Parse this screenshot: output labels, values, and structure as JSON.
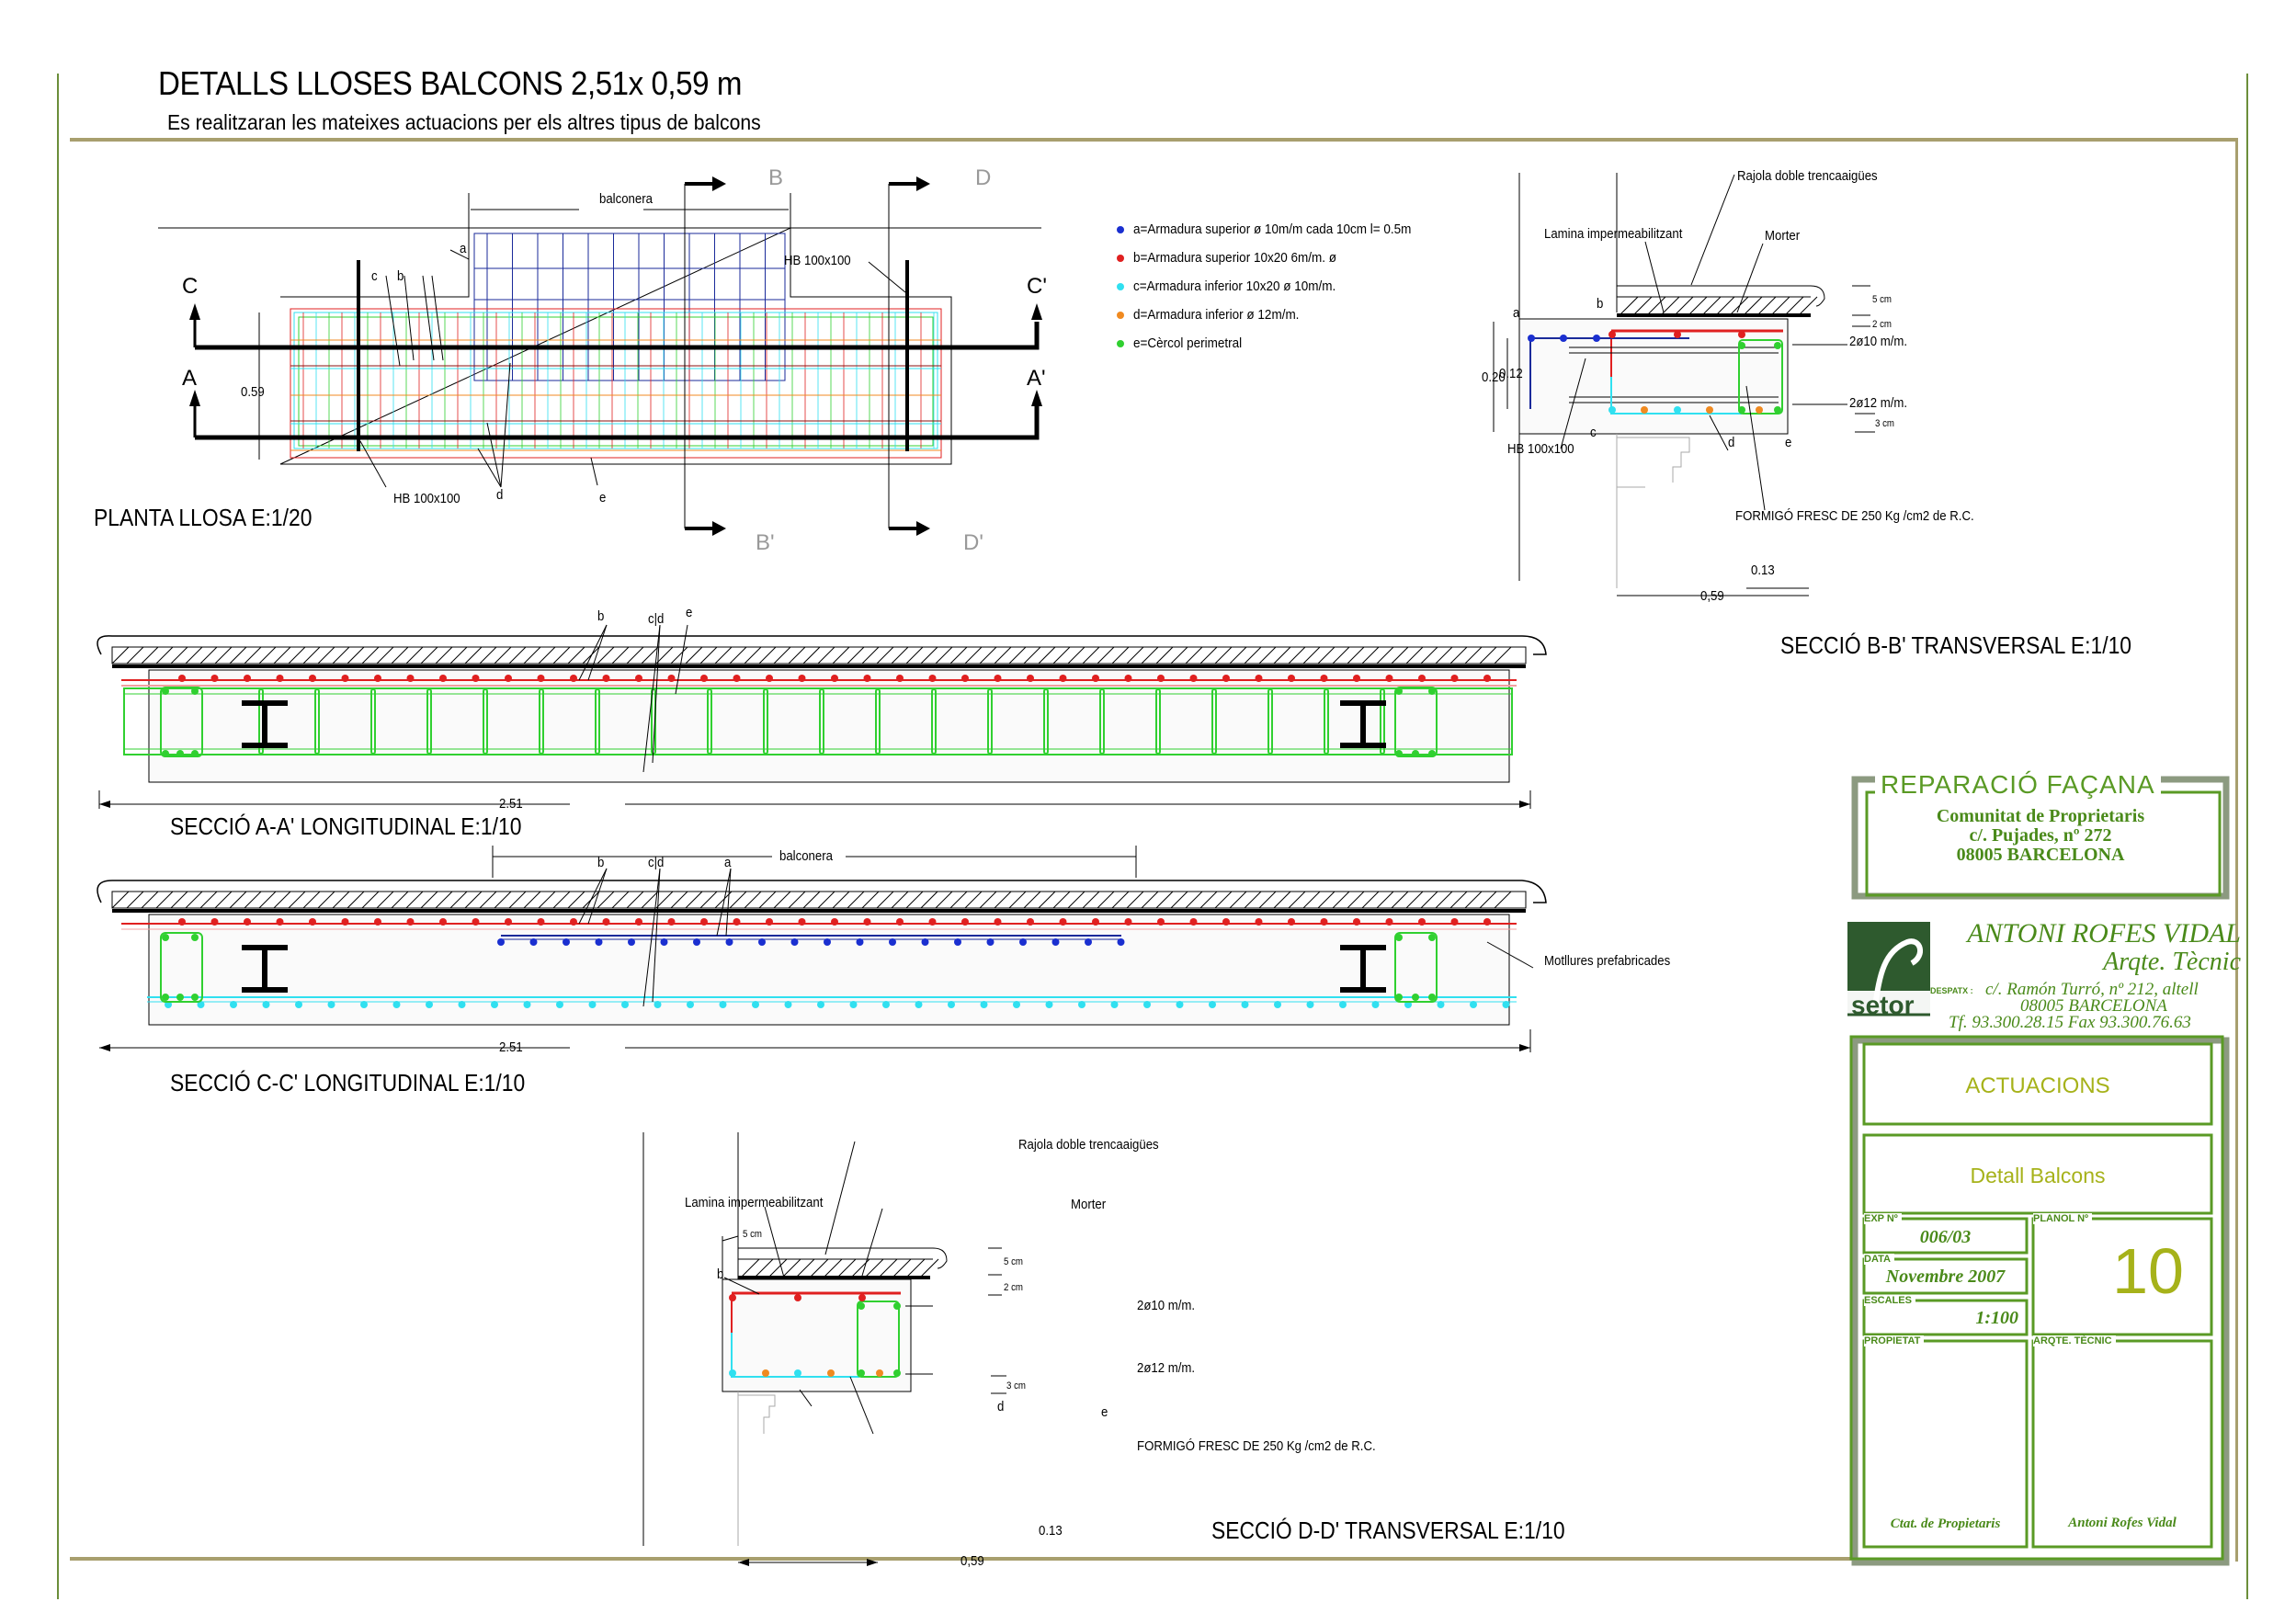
{
  "header": {
    "title": "DETALLS LLOSES BALCONS 2,51x 0,59 m",
    "subtitle": "Es realitzaran les mateixes actuacions per els altres tipus de balcons"
  },
  "legend": [
    {
      "key": "a",
      "text": "a=Armadura superior ø 10m/m cada 10cm l= 0.5m",
      "color": "#1a2fd0"
    },
    {
      "key": "b",
      "text": "b=Armadura superior 10x20     6m/m.    ø",
      "color": "#e02020"
    },
    {
      "key": "c",
      "text": "c=Armadura inferior 10x20 ø 10m/m.",
      "color": "#30e0f0"
    },
    {
      "key": "d",
      "text": "d=Armadura inferior ø 12m/m.",
      "color": "#f08a20"
    },
    {
      "key": "e",
      "text": "e=Cèrcol perimetral",
      "color": "#30d030"
    }
  ],
  "plan": {
    "title": "PLANTA  LLOSA   E:1/20",
    "balconera": "balconera",
    "dim_059": "0.59",
    "hb_top": "HB 100x100",
    "hb_bottom": "HB 100x100",
    "cut_labels": {
      "B": "B",
      "B2": "B'",
      "D": "D",
      "D2": "D'",
      "C": "C",
      "C2": "C'",
      "A": "A",
      "A2": "A'"
    },
    "callouts": {
      "a": "a",
      "b": "b",
      "c": "c",
      "d": "d",
      "e": "e"
    }
  },
  "section_aa": {
    "title": "SECCIÓ A-A' LONGITUDINAL   E:1/10",
    "dim": "2.51",
    "callouts": {
      "b": "b",
      "cid": "c|d",
      "e": "e"
    }
  },
  "section_cc": {
    "title": "SECCIÓ C-C' LONGITUDINAL   E:1/10",
    "dim": "2.51",
    "balconera": "balconera",
    "motllures": "Motllures prefabricades",
    "callouts": {
      "b": "b",
      "cid": "c|d",
      "a": "a"
    }
  },
  "section_bb": {
    "title": "SECCIÓ B-B' TRANSVERSAL   E:1/10",
    "rajola": "Rajola doble trencaaigües",
    "lamina": "Lamina impermeabilitzant",
    "morter": "Morter",
    "hb": "HB 100x100",
    "bar_top": "2ø10 m/m.",
    "bar_bottom": "2ø12 m/m.",
    "formigo": "FORMIGÓ FRESC DE 250 Kg /cm2 de R.C.",
    "dim_5cm": "5 cm",
    "dim_2cm": "2 cm",
    "dim_3cm": "3 cm",
    "dim_020": "0.20",
    "dim_012": "0.12",
    "dim_013": "0.13",
    "dim_059": "0,59",
    "callouts": {
      "a": "a",
      "b": "b",
      "c": "c",
      "d": "d",
      "e": "e"
    }
  },
  "section_dd": {
    "title": "SECCIÓ D-D' TRANSVERSAL  E:1/10",
    "rajola": "Rajola doble trencaaigües",
    "lamina": "Lamina impermeabilitzant",
    "morter": "Morter",
    "bar_top": "2ø10 m/m.",
    "bar_bottom": "2ø12 m/m.",
    "formigo": "FORMIGÓ FRESC DE 250 Kg /cm2 de R.C.",
    "dim_5cm_left": "5 cm",
    "dim_5cm": "5 cm",
    "dim_2cm": "2 cm",
    "dim_3cm": "3 cm",
    "dim_013": "0.13",
    "dim_059": "0,59",
    "callouts": {
      "b": "b",
      "d": "d",
      "e": "e"
    }
  },
  "title_block": {
    "project": "REPARACIÓ FAÇANA",
    "client_line1": "Comunitat de Proprietaris",
    "client_line2": "c/. Pujades, nº 272",
    "client_line3": "08005  BARCELONA",
    "logo_text": "setor",
    "architect_name": "ANTONI ROFES VIDAL",
    "architect_role": "Arqte. Tècnic",
    "office_label": "DESPATX :",
    "office_address": "c/. Ramón Turró, nº 212, altell",
    "office_city": "08005 BARCELONA",
    "phones": "Tf.  93.300.28.15   Fax  93.300.76.63",
    "section": "ACTUACIONS",
    "drawing_name": "Detall Balcons",
    "exp_label": "EXP Nº",
    "exp_value": "006/03",
    "data_label": "DATA",
    "data_value": "Novembre 2007",
    "escales_label": "ESCALES",
    "escales_value": "1:100",
    "planol_label": "PLANOL Nº",
    "planol_value": "10",
    "propietat_label": "PROPIETAT",
    "propietat_value": "Ctat. de Propietaris",
    "arqte_label": "ARQTE. TÈCNIC",
    "arqte_value": "Antoni Rofes Vidal",
    "colors": {
      "green": "#5a9a25",
      "yellow": "#a6b21a",
      "grey": "#8c9a80"
    }
  }
}
